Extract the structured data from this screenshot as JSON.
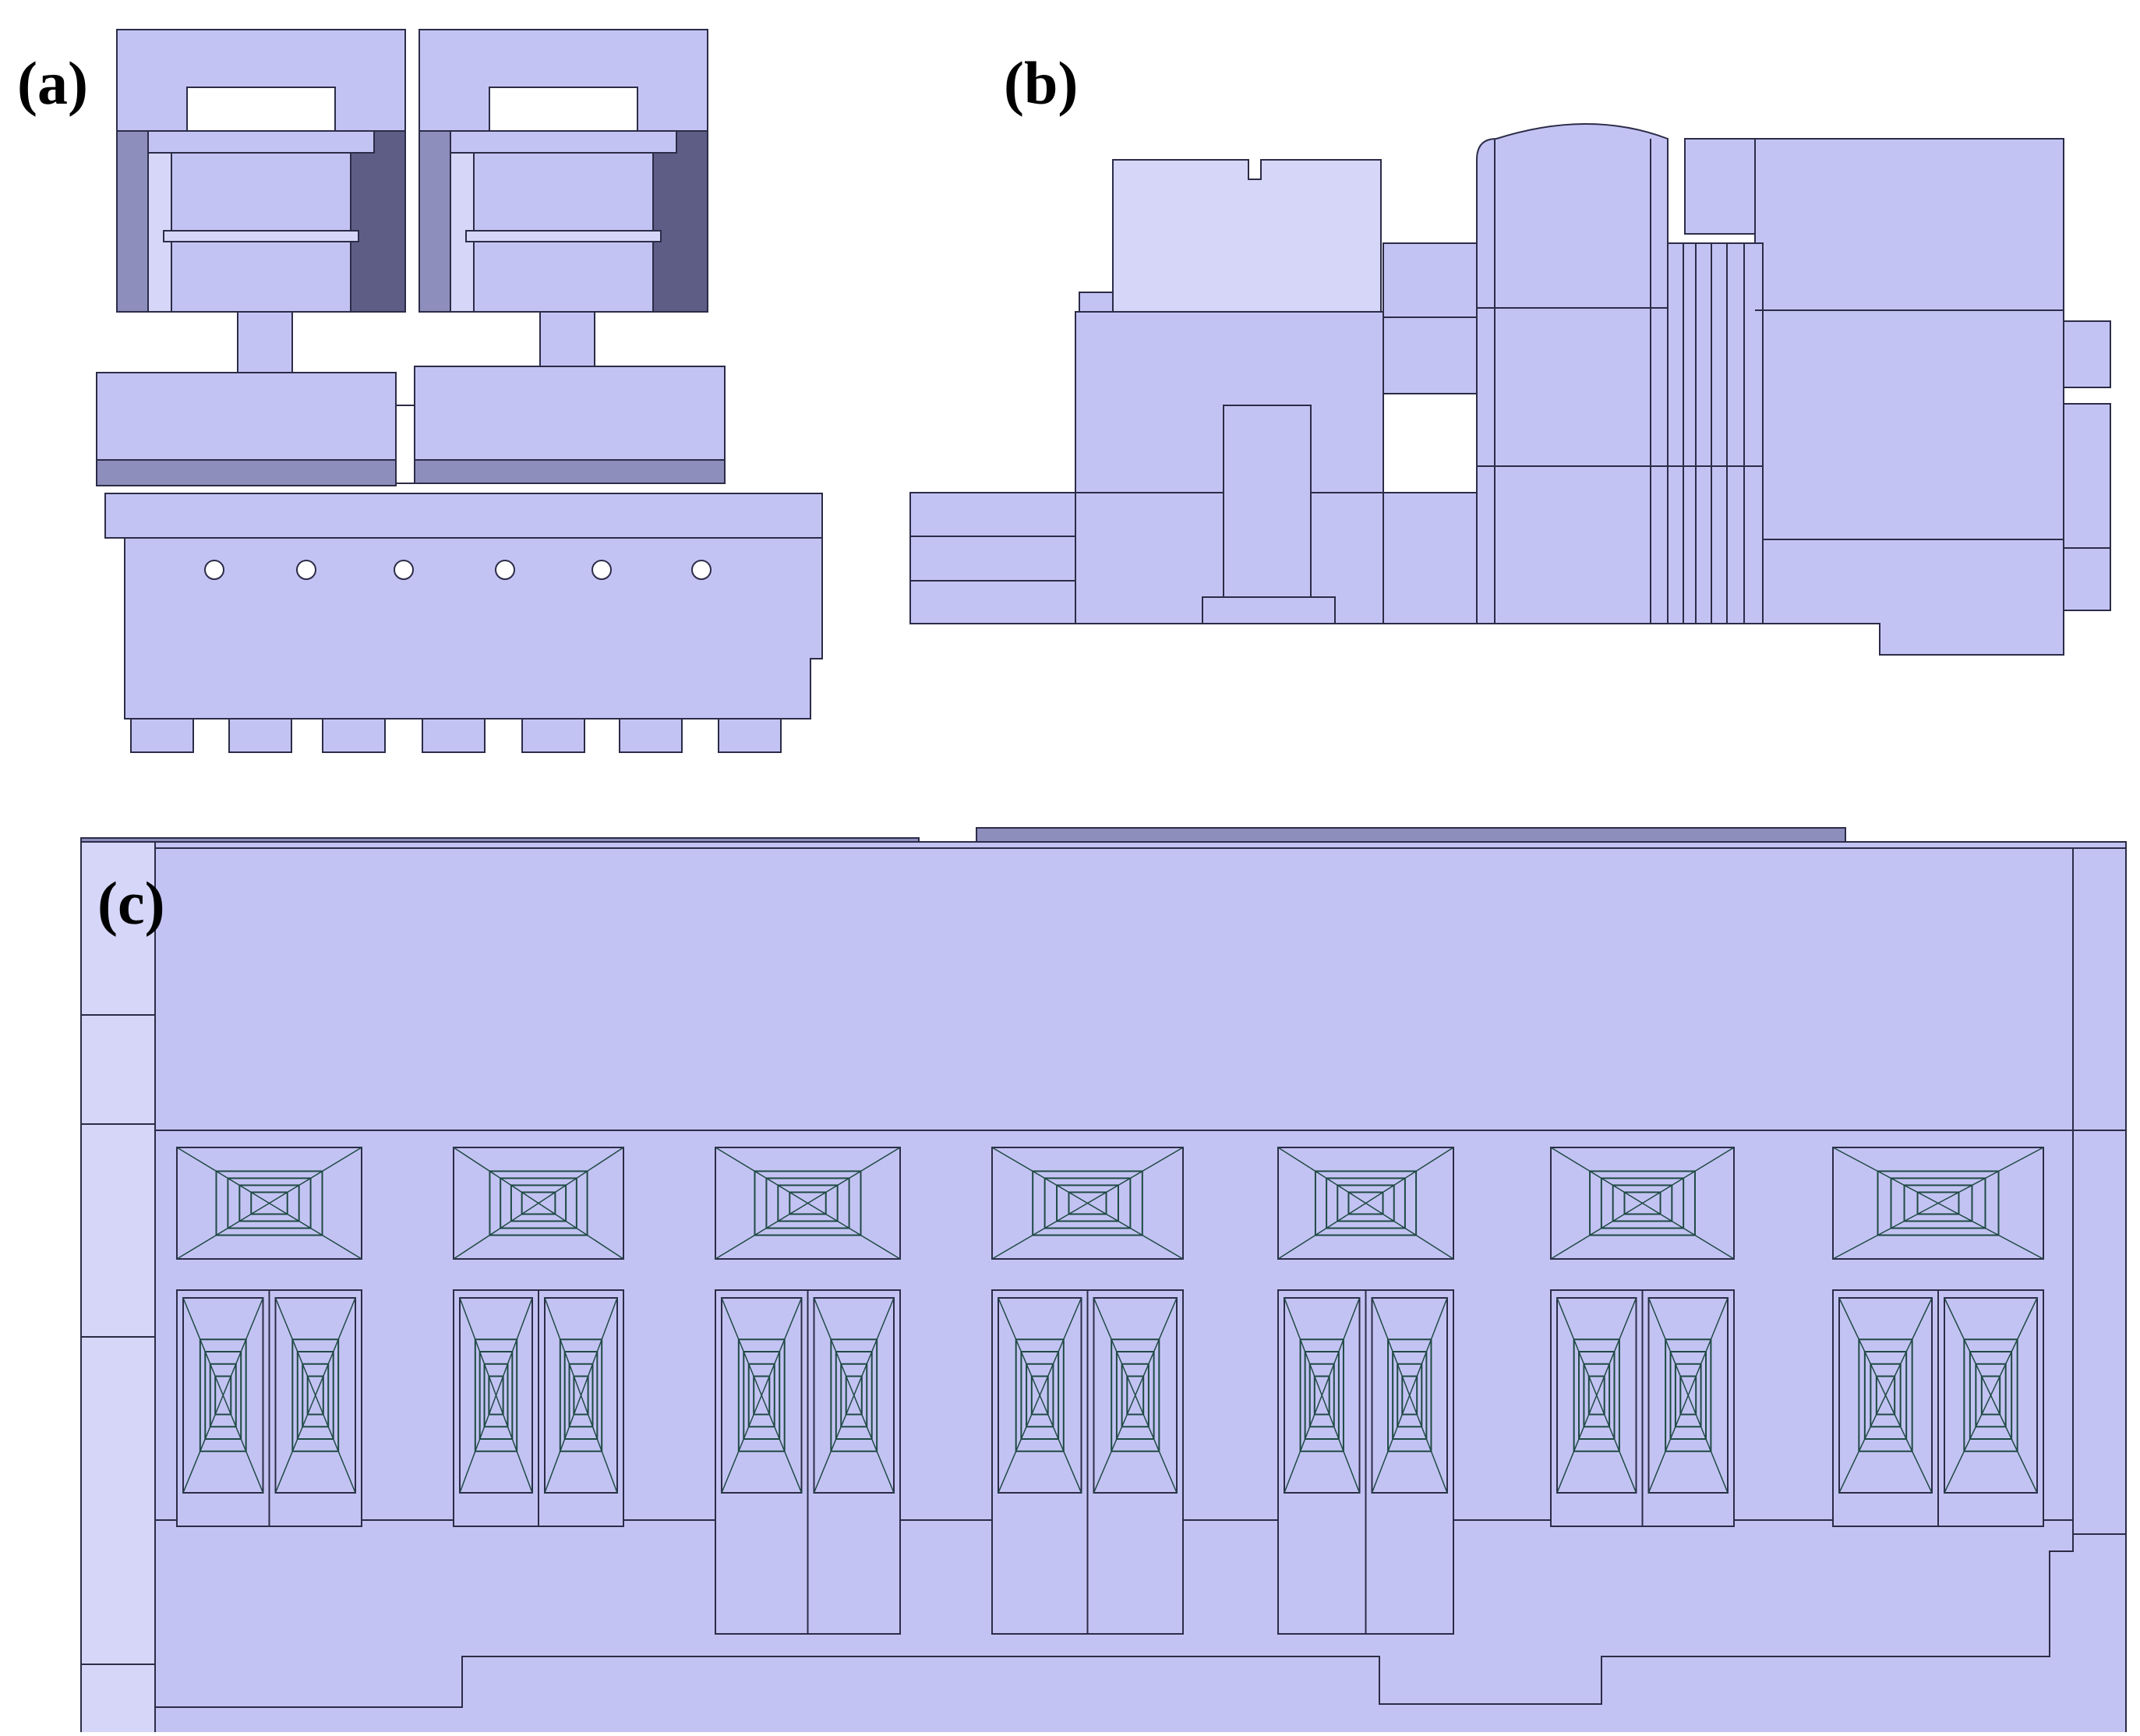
{
  "figure": {
    "panels": [
      {
        "id": "a",
        "label": "(a)"
      },
      {
        "id": "b",
        "label": "(b)"
      },
      {
        "id": "c",
        "label": "(c)"
      }
    ]
  },
  "colors": {
    "body": "#c3c3f3",
    "body_light": "#d6d6f8",
    "body_dark": "#8e8ebd",
    "shadow": "#5d5d86",
    "edge": "#2c2c48",
    "hole": "#ffffff",
    "mesh": "#1f4a44"
  },
  "panel_a": {
    "hole_count": 6,
    "foot_count": 7
  },
  "panel_c": {
    "top_fixture_count": 7,
    "bottom_fixture_pairs": 7
  }
}
